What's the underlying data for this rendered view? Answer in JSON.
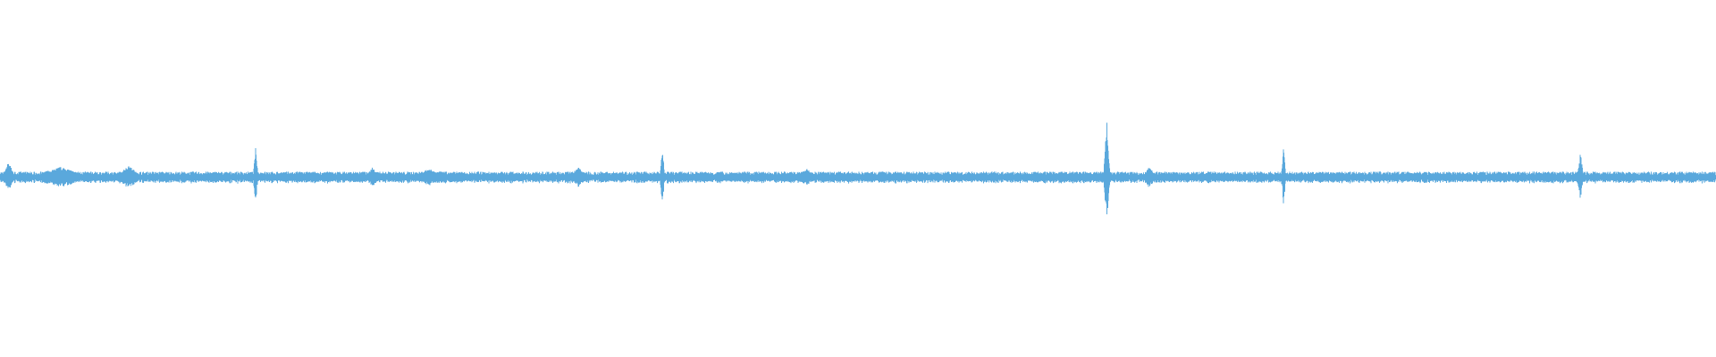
{
  "waveform": {
    "color": "#5aa8dc",
    "background": "#ffffff",
    "amplitude_profile": {
      "baseline": 0.012,
      "noise_seed": 7,
      "bursts": [
        {
          "position": 0.005,
          "amplitude": 0.045,
          "width": 0.004
        },
        {
          "position": 0.035,
          "amplitude": 0.03,
          "width": 0.02
        },
        {
          "position": 0.075,
          "amplitude": 0.035,
          "width": 0.008
        },
        {
          "position": 0.149,
          "amplitude": 0.09,
          "width": 0.0015
        },
        {
          "position": 0.217,
          "amplitude": 0.03,
          "width": 0.004
        },
        {
          "position": 0.25,
          "amplitude": 0.025,
          "width": 0.01
        },
        {
          "position": 0.337,
          "amplitude": 0.03,
          "width": 0.006
        },
        {
          "position": 0.386,
          "amplitude": 0.085,
          "width": 0.0015
        },
        {
          "position": 0.47,
          "amplitude": 0.025,
          "width": 0.008
        },
        {
          "position": 0.645,
          "amplitude": 0.16,
          "width": 0.002
        },
        {
          "position": 0.67,
          "amplitude": 0.035,
          "width": 0.004
        },
        {
          "position": 0.748,
          "amplitude": 0.085,
          "width": 0.0015
        },
        {
          "position": 0.921,
          "amplitude": 0.07,
          "width": 0.002
        }
      ]
    }
  }
}
